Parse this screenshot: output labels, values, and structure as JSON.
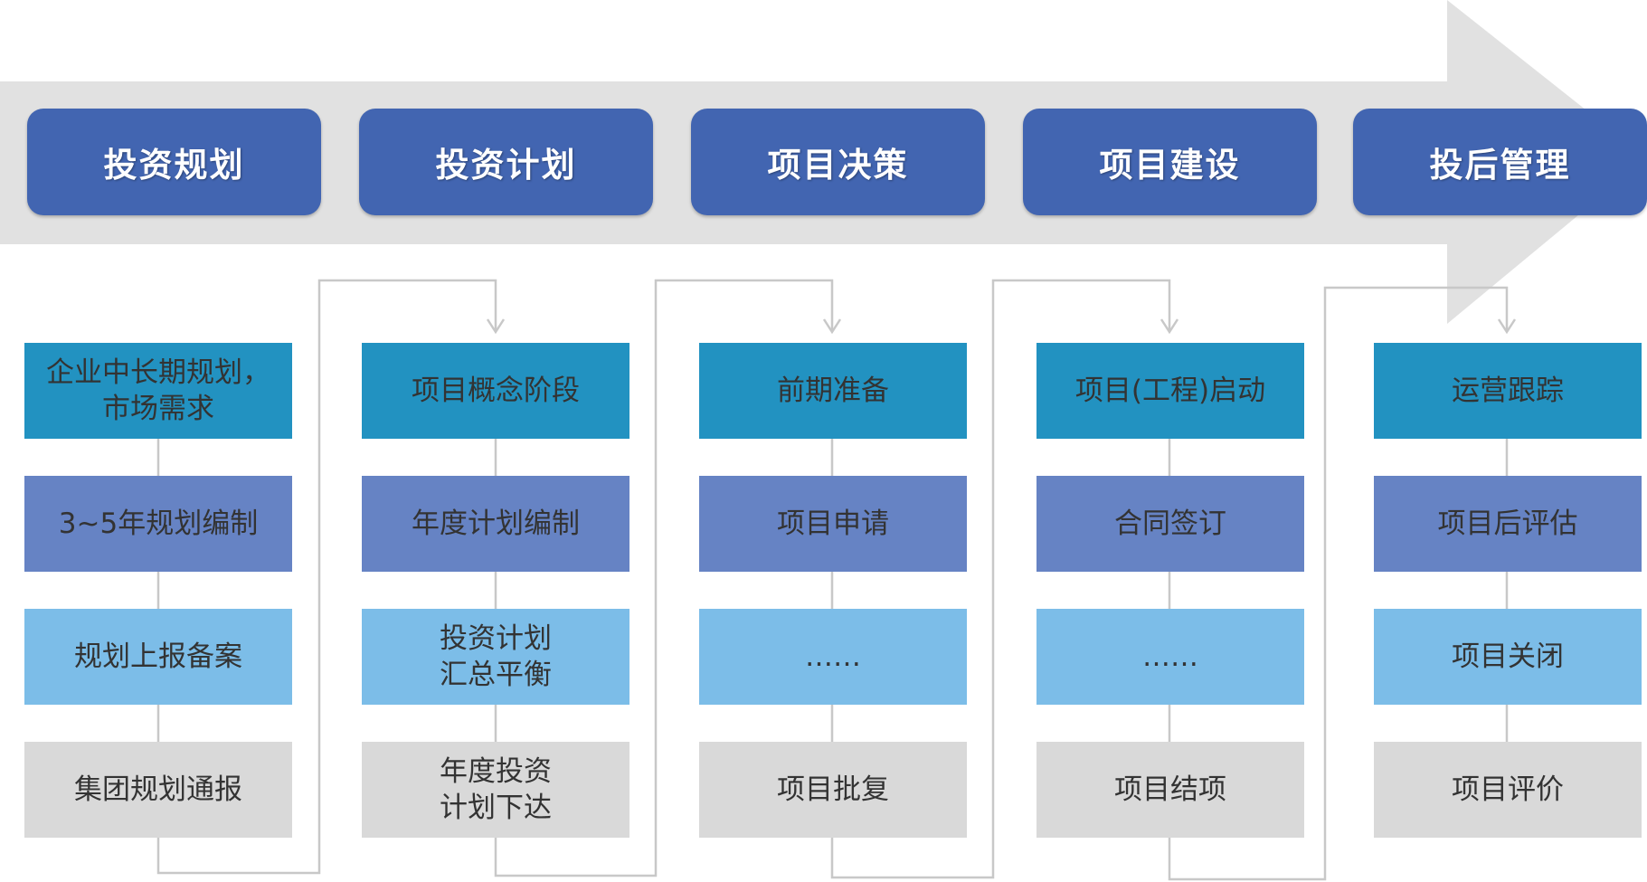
{
  "colors": {
    "arrow": "#e1e1e1",
    "phase": "#4265b1",
    "tier1": "#2292c1",
    "tier2": "#6683c4",
    "tier3": "#7cbde8",
    "tier4": "#d9d9d9",
    "connector": "#c8c8c8"
  },
  "phases": [
    {
      "label": "投资规划",
      "steps": [
        "企业中长期规划，\n市场需求",
        "3~5年规划编制",
        "规划上报备案",
        "集团规划通报"
      ]
    },
    {
      "label": "投资计划",
      "steps": [
        "项目概念阶段",
        "年度计划编制",
        "投资计划\n汇总平衡",
        "年度投资\n计划下达"
      ]
    },
    {
      "label": "项目决策",
      "steps": [
        "前期准备",
        "项目申请",
        "……",
        "项目批复"
      ]
    },
    {
      "label": "项目建设",
      "steps": [
        "项目(工程)启动",
        "合同签订",
        "……",
        "项目结项"
      ]
    },
    {
      "label": "投后管理",
      "steps": [
        "运营跟踪",
        "项目后评估",
        "项目关闭",
        "项目评价"
      ]
    }
  ]
}
